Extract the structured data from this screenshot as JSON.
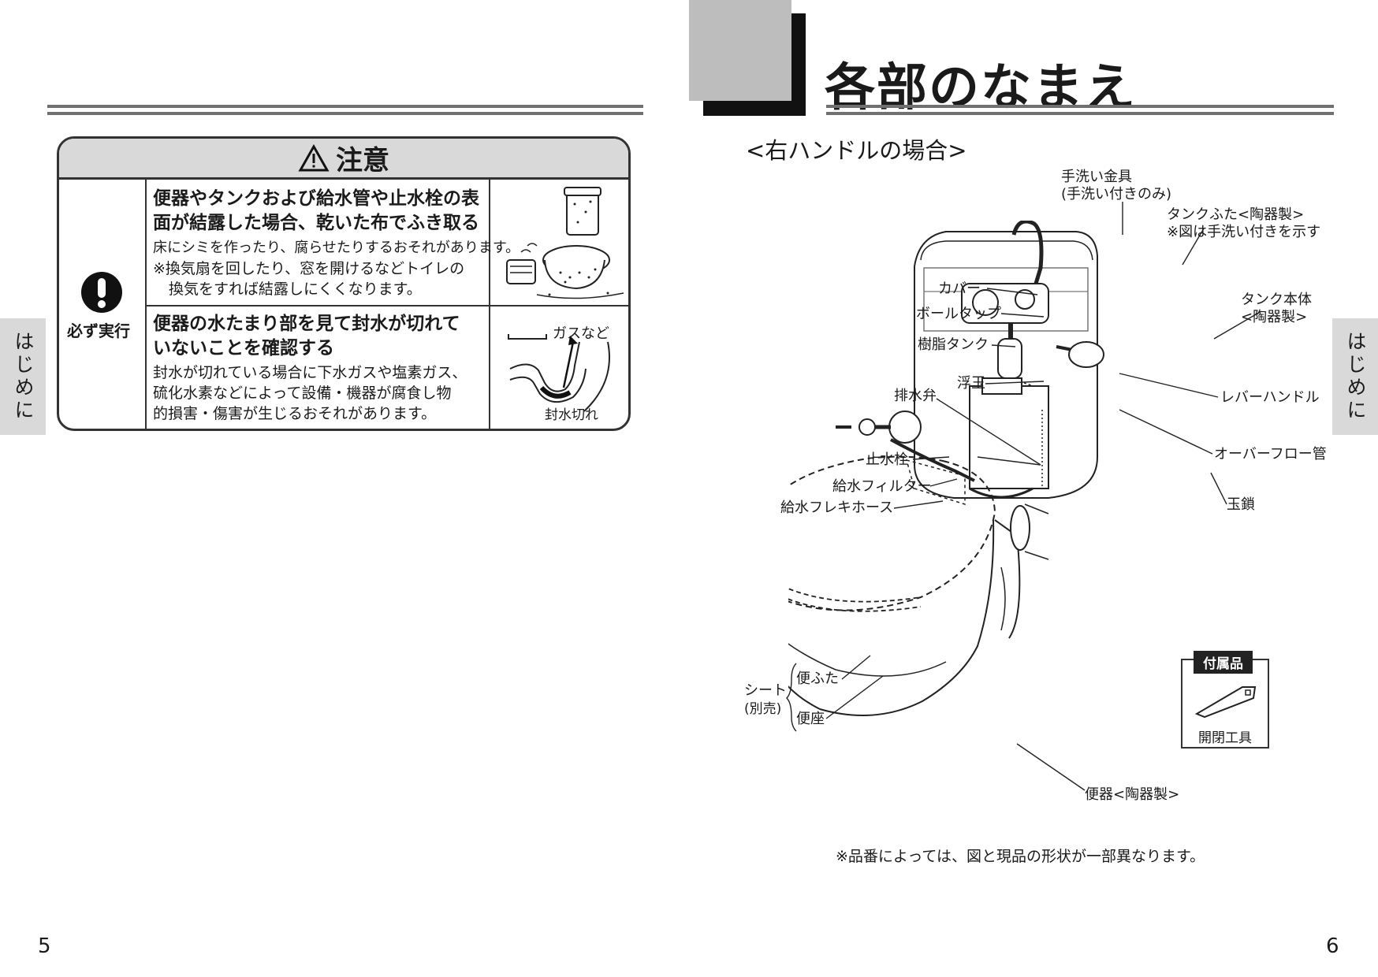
{
  "left_page": {
    "page_number": "5",
    "side_tab": "はじめに",
    "caution": {
      "title": "注意",
      "mandatory_label": "必ず実行",
      "items": [
        {
          "heading_line1": "便器やタンクおよび給水管や止水栓の表",
          "heading_line2": "面が結露した場合、乾いた布でふき取る",
          "body_line1": "床にシミを作ったり、腐らせたりするおそれがあります。",
          "body_line2": "※換気扇を回したり、窓を開けるなどトイレの",
          "body_line3": "換気をすれば結露しにくくなります。"
        },
        {
          "heading_line1": "便器の水たまり部を見て封水が切れて",
          "heading_line2": "いないことを確認する",
          "body_line1": "封水が切れている場合に下水ガスや塩素ガス、",
          "body_line2": "硫化水素などによって設備・機器が腐食し物",
          "body_line3": "的損害・傷害が生じるおそれがあります。",
          "illus_label_gas": "ガスなど",
          "illus_label_seal": "封水切れ"
        }
      ]
    }
  },
  "right_page": {
    "page_number": "6",
    "side_tab": "はじめに",
    "title": "各部のなまえ",
    "subtitle": "<右ハンドルの場合>",
    "labels": {
      "tearai_1": "手洗い金具",
      "tearai_2": "(手洗い付きのみ)",
      "tank_lid_1": "タンクふた<陶器製>",
      "tank_lid_2": "※図は手洗い付きを示す",
      "tank_body_1": "タンク本体",
      "tank_body_2": "<陶器製>",
      "cover": "カバー",
      "ball_tap": "ボールタップ",
      "resin_tank": "樹脂タンク",
      "float": "浮玉",
      "drain_valve": "排水弁",
      "lever_handle": "レバーハンドル",
      "overflow": "オーバーフロー管",
      "stop_valve": "止水栓",
      "filter": "給水フィルター",
      "hose": "給水フレキホース",
      "chain": "玉鎖",
      "seat_1": "シート",
      "seat_2": "(別売)",
      "lid": "便ふた",
      "seat_ring": "便座",
      "bowl": "便器<陶器製>"
    },
    "accessory": {
      "title": "付属品",
      "tool": "開閉工具"
    },
    "footnote": "※品番によっては、図と現品の形状が一部異なります。"
  }
}
